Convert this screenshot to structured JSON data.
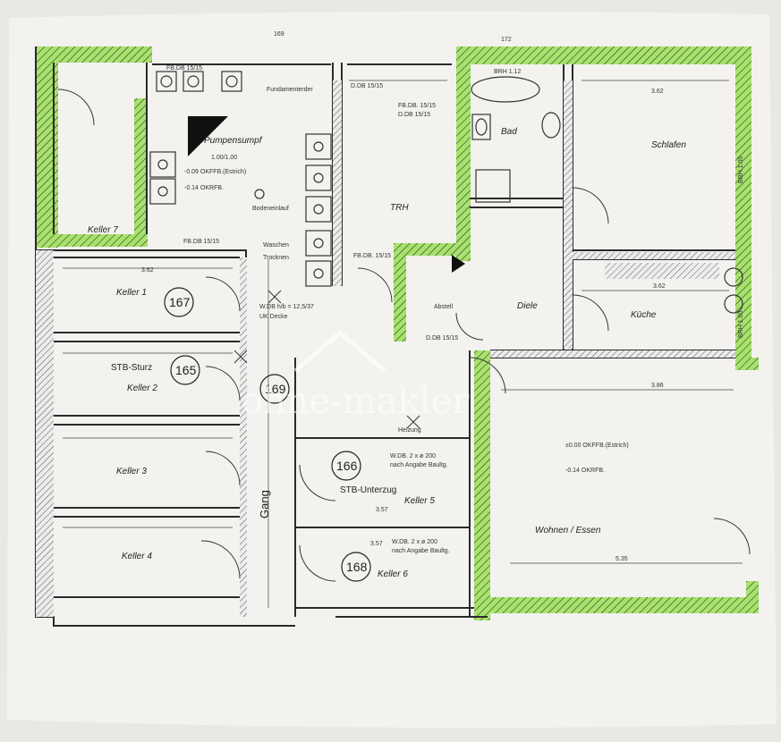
{
  "rooms": {
    "keller7": "Keller 7",
    "keller1": "Keller 1",
    "keller2": "Keller 2",
    "keller3": "Keller 3",
    "keller4": "Keller 4",
    "keller5": "Keller 5",
    "keller6": "Keller 6",
    "trh": "TRH",
    "bad": "Bad",
    "schlafen": "Schlafen",
    "diele": "Diele",
    "kueche": "Küche",
    "abstell": "Abstell",
    "wohnen": "Wohnen / Essen",
    "gang": "Gang",
    "heizung": "Heizung",
    "waschen": "Waschen",
    "trocknen": "Trocknen"
  },
  "circles": [
    "167",
    "165",
    "169",
    "166",
    "168"
  ],
  "labels": {
    "fundamenterder": "Fundamenterder",
    "pumpensumpf": "Pumpensumpf",
    "pumpensumpf_dim": "1.00/1.00",
    "okffb_estrich": "-0.09 OKFFB.(Estrich)",
    "okrfb": "-0.14 OKRFB.",
    "bodeneinlauf": "Bodeneinlauf",
    "fbdb_top": "FB.DB 15/15",
    "fbdb_left": "FB.DB 15/15",
    "ddb_trh": "D.DB 15/15",
    "fbdb_trh": "FB.DB. 15/15",
    "ddb_trh2": "D.DB 15/15",
    "fbdb_trh_low": "FB.DB. 15/15",
    "brh": "BRH 1.12",
    "brh_right": "BRH 1.00",
    "brh_kueche": "BRH 1.00",
    "wdb_uk": "W.DB h/b = 12,5/37",
    "uk_decke": "UK Decke",
    "stb_sturz": "STB-Sturz",
    "stb_unterzug": "STB-Unterzug",
    "wdb_166": "W.DB. 2 x ø 200",
    "wdb_166_b": "nach Angabe Baultg.",
    "wdb_168": "W.DB. 2 x ø 200",
    "wdb_168_b": "nach Angabe Baultg.",
    "okffb_wohnen": "±0.00 OKFFB.(Estrich)",
    "okrfb_wohnen": "-0.14 OKRFB.",
    "ddb_abstell": "D.DB 15/15",
    "schlafen_dim": "3.62",
    "wohnen_dim": "5.35",
    "wohnen_dim2": "3.86",
    "kueche_dim": "3.62",
    "keller_dim": "3.62",
    "keller5_dim": "3.57",
    "keller6_dim": "3.57",
    "page_num_top": "169",
    "page_num_top2": "172"
  },
  "watermark": "ohne-makler",
  "colors": {
    "highlight": "#a7e36b",
    "wall": "#2a2a2a",
    "paper": "#f2f1ee"
  }
}
